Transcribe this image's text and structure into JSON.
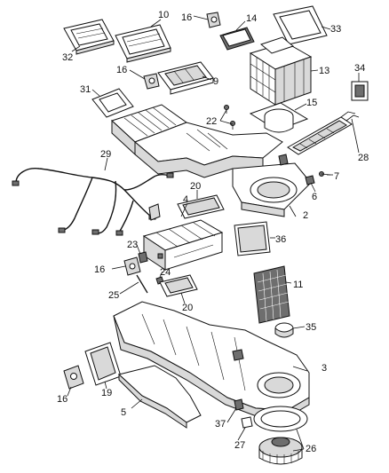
{
  "callouts": [
    {
      "id": "c1",
      "label": "32"
    },
    {
      "id": "c2",
      "label": "10"
    },
    {
      "id": "c3",
      "label": "16"
    },
    {
      "id": "c4",
      "label": "14"
    },
    {
      "id": "c5",
      "label": "33"
    },
    {
      "id": "c6",
      "label": "16"
    },
    {
      "id": "c7",
      "label": "9"
    },
    {
      "id": "c8",
      "label": "13"
    },
    {
      "id": "c9",
      "label": "34"
    },
    {
      "id": "c10",
      "label": "31"
    },
    {
      "id": "c11",
      "label": "22"
    },
    {
      "id": "c12",
      "label": "15"
    },
    {
      "id": "c13",
      "label": "28"
    },
    {
      "id": "c14",
      "label": "29"
    },
    {
      "id": "c15",
      "label": "7"
    },
    {
      "id": "c16",
      "label": "6"
    },
    {
      "id": "c17",
      "label": "20"
    },
    {
      "id": "c18",
      "label": "4"
    },
    {
      "id": "c19",
      "label": "2"
    },
    {
      "id": "c20",
      "label": "36"
    },
    {
      "id": "c21",
      "label": "23"
    },
    {
      "id": "c22",
      "label": "16"
    },
    {
      "id": "c23",
      "label": "24"
    },
    {
      "id": "c24",
      "label": "25"
    },
    {
      "id": "c25",
      "label": "20"
    },
    {
      "id": "c26",
      "label": "11"
    },
    {
      "id": "c27",
      "label": "35"
    },
    {
      "id": "c28",
      "label": "3"
    },
    {
      "id": "c29",
      "label": "16"
    },
    {
      "id": "c30",
      "label": "19"
    },
    {
      "id": "c31",
      "label": "5"
    },
    {
      "id": "c32",
      "label": "37"
    },
    {
      "id": "c33",
      "label": "27"
    },
    {
      "id": "c34",
      "label": "26"
    }
  ]
}
